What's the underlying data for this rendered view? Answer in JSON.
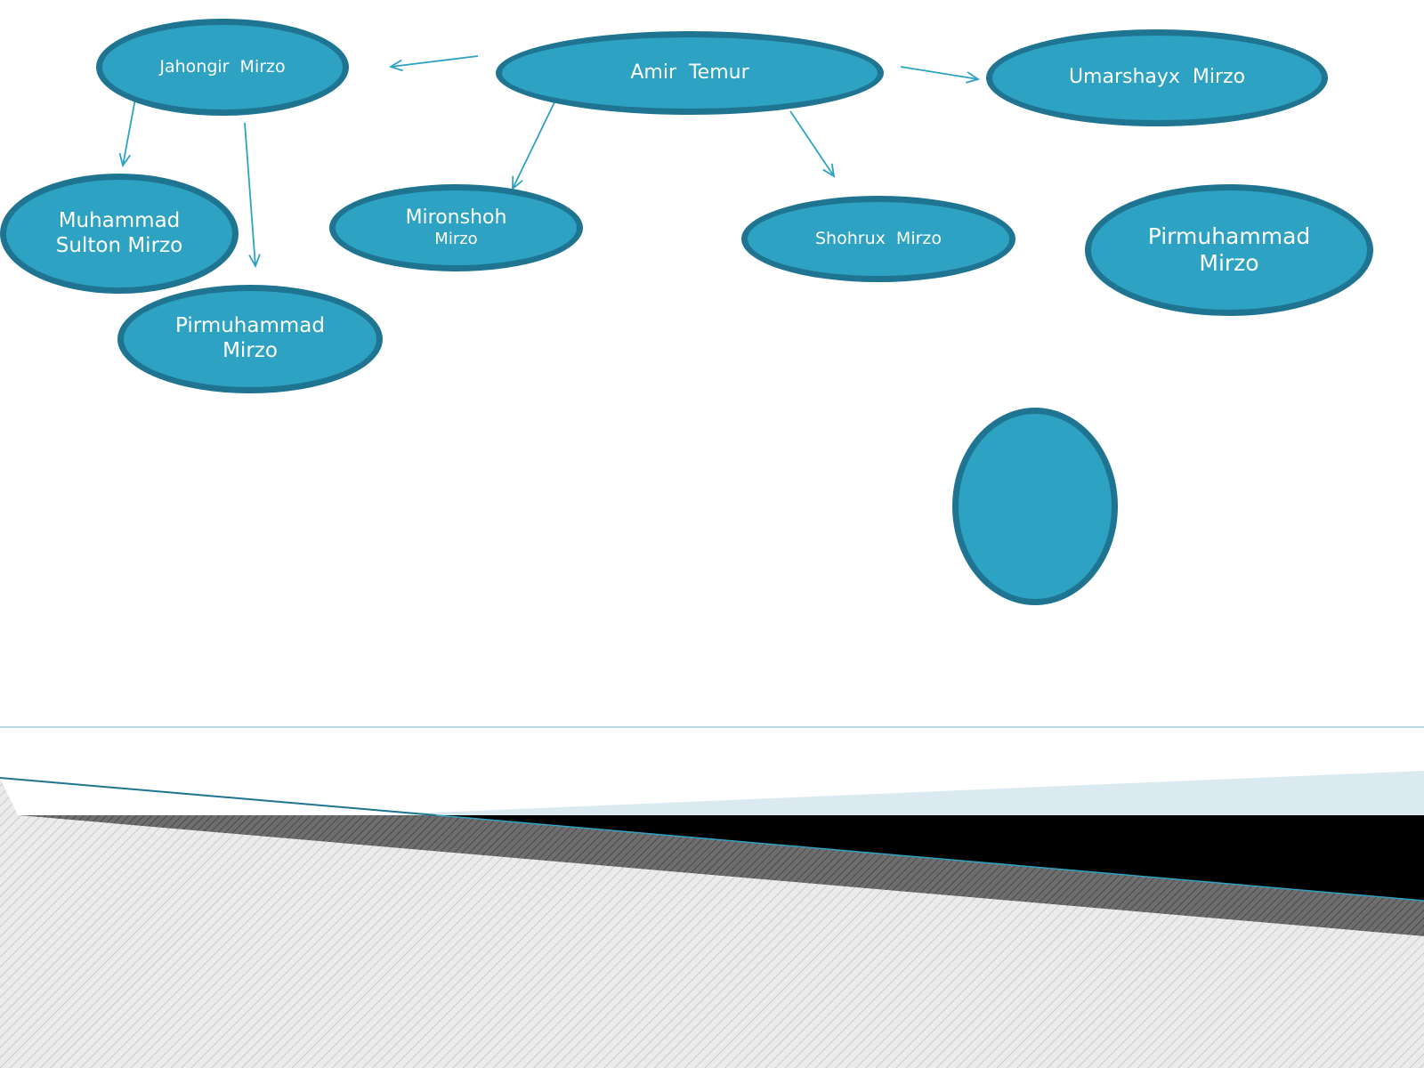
{
  "colors": {
    "node_fill": "#2ea2c2",
    "node_border": "#1f7591",
    "arrow": "#2ea2c2",
    "stripe_light": "#e4e4e4",
    "band_light_blue": "#dbeaf0",
    "band_dark": "#000000"
  },
  "diagram": {
    "type": "family-tree",
    "nodes": {
      "amir_temur": {
        "label": "Amir  Temur"
      },
      "jahongir": {
        "label": "Jahongir  Mirzo"
      },
      "umarshayx": {
        "label": "Umarshayx  Mirzo"
      },
      "muhammad_sulton": {
        "line1": "Muhammad",
        "line2": "Sulton Mirzo"
      },
      "mironshoh": {
        "line1": "Mironshoh",
        "line2": "Mirzo"
      },
      "shohrux": {
        "label": "Shohrux  Mirzo"
      },
      "pirmuhammad_right": {
        "line1": "Pirmuhammad",
        "line2": "Mirzo"
      },
      "pirmuhammad_left": {
        "line1": "Pirmuhammad",
        "line2": "Mirzo"
      },
      "blank_oval": {
        "label": ""
      }
    },
    "edges": [
      {
        "from": "amir_temur",
        "to": "jahongir"
      },
      {
        "from": "amir_temur",
        "to": "umarshayx"
      },
      {
        "from": "amir_temur",
        "to": "mironshoh"
      },
      {
        "from": "amir_temur",
        "to": "shohrux"
      },
      {
        "from": "jahongir",
        "to": "muhammad_sulton"
      },
      {
        "from": "jahongir",
        "to": "pirmuhammad_left"
      }
    ]
  }
}
